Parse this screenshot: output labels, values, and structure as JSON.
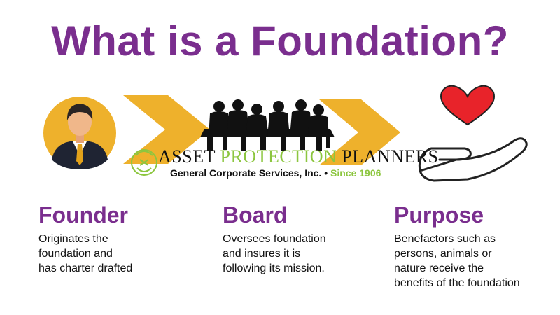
{
  "title": "What is a Foundation?",
  "colors": {
    "accent_purple": "#7a2e8e",
    "chevron_gold": "#eeb12c",
    "heart_red": "#e8232a",
    "watermark_green": "#8cc63f"
  },
  "icons": [
    "founder-avatar-icon",
    "board-silhouette-icon",
    "heart-hand-icon"
  ],
  "columns": [
    {
      "heading": "Founder",
      "lines": [
        "Originates the",
        "foundation and",
        "has charter drafted"
      ]
    },
    {
      "heading": "Board",
      "lines": [
        "Oversees foundation",
        "and insures it is",
        "following its mission."
      ]
    },
    {
      "heading": "Purpose",
      "lines": [
        "Benefactors such as",
        "persons, animals or",
        "nature receive the",
        "benefits of the foundation"
      ]
    }
  ],
  "watermark": {
    "name_part1": "ASSET ",
    "name_part2": "PROTECTION",
    "name_part3": " PLANNERS",
    "subtitle": "General Corporate Services, Inc. • ",
    "since": "Since 1906"
  }
}
